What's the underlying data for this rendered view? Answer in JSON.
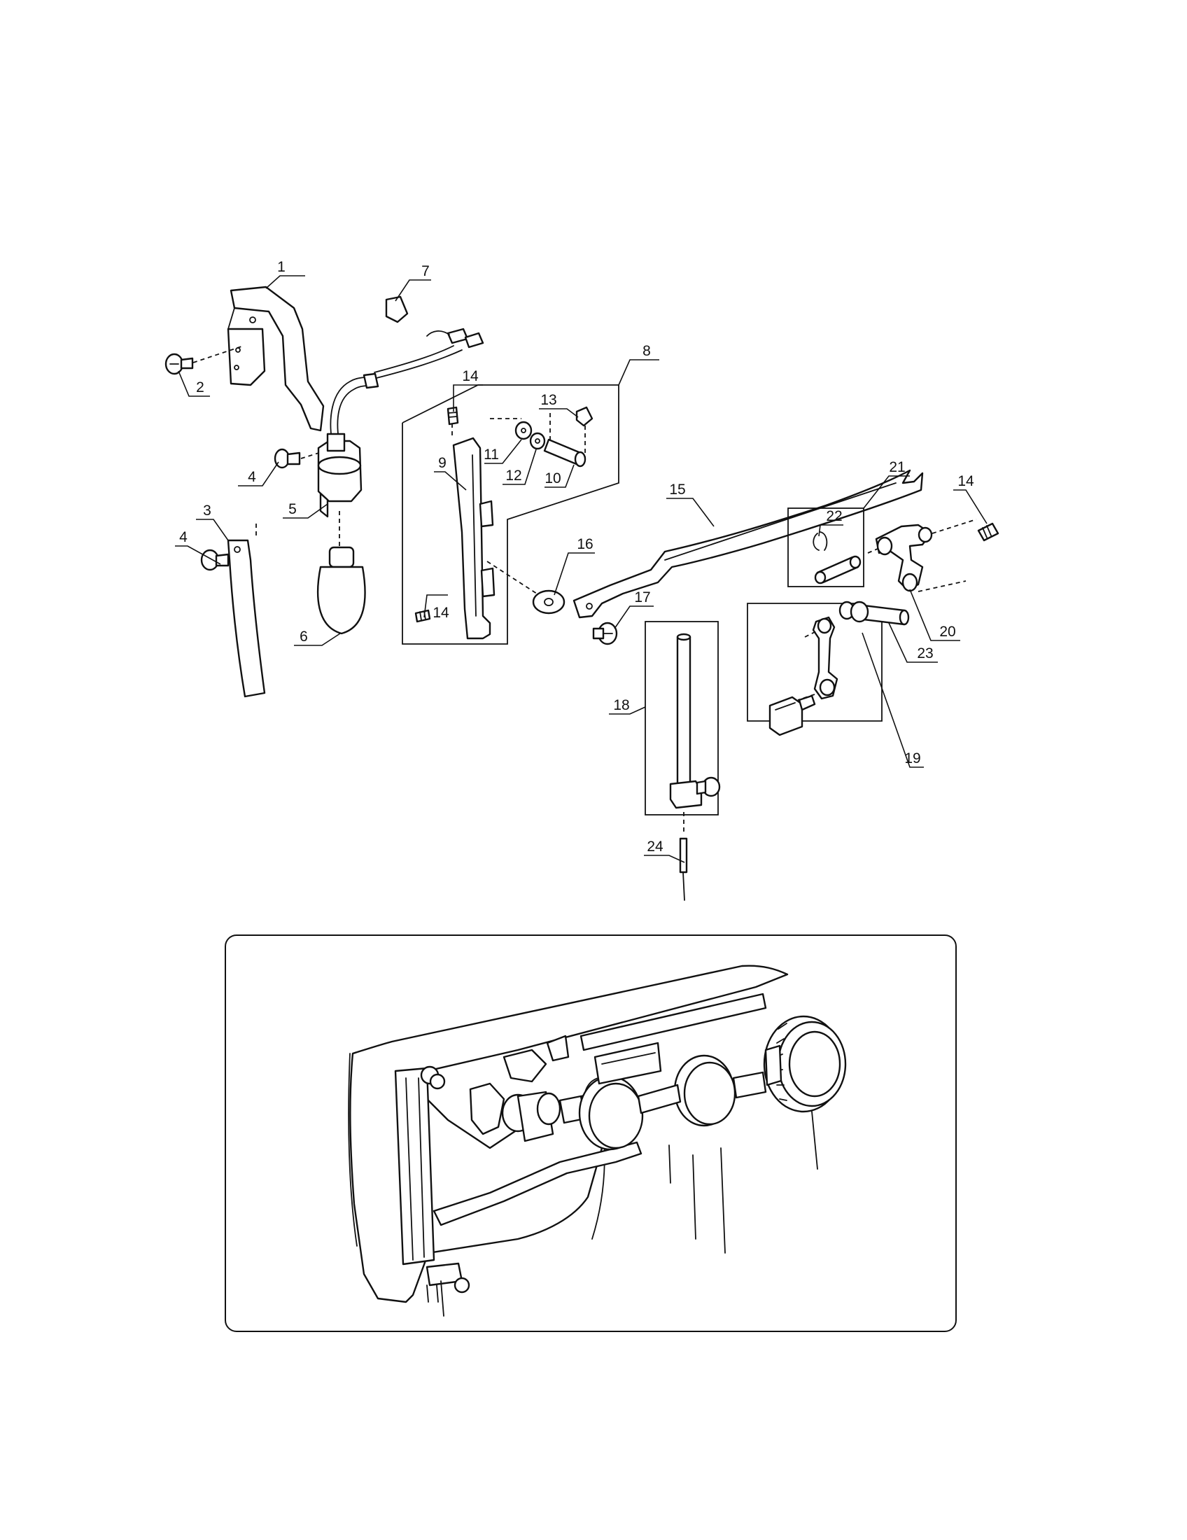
{
  "callouts": [
    {
      "label": "1"
    },
    {
      "label": "2"
    },
    {
      "label": "3"
    },
    {
      "label": "4"
    },
    {
      "label": "4"
    },
    {
      "label": "5"
    },
    {
      "label": "6"
    },
    {
      "label": "7"
    },
    {
      "label": "8"
    },
    {
      "label": "9"
    },
    {
      "label": "10"
    },
    {
      "label": "11"
    },
    {
      "label": "12"
    },
    {
      "label": "13"
    },
    {
      "label": "14"
    },
    {
      "label": "14"
    },
    {
      "label": "14"
    },
    {
      "label": "15"
    },
    {
      "label": "16"
    },
    {
      "label": "17"
    },
    {
      "label": "18"
    },
    {
      "label": "19"
    },
    {
      "label": "20"
    },
    {
      "label": "21"
    },
    {
      "label": "22"
    },
    {
      "label": "23"
    },
    {
      "label": "24"
    }
  ]
}
